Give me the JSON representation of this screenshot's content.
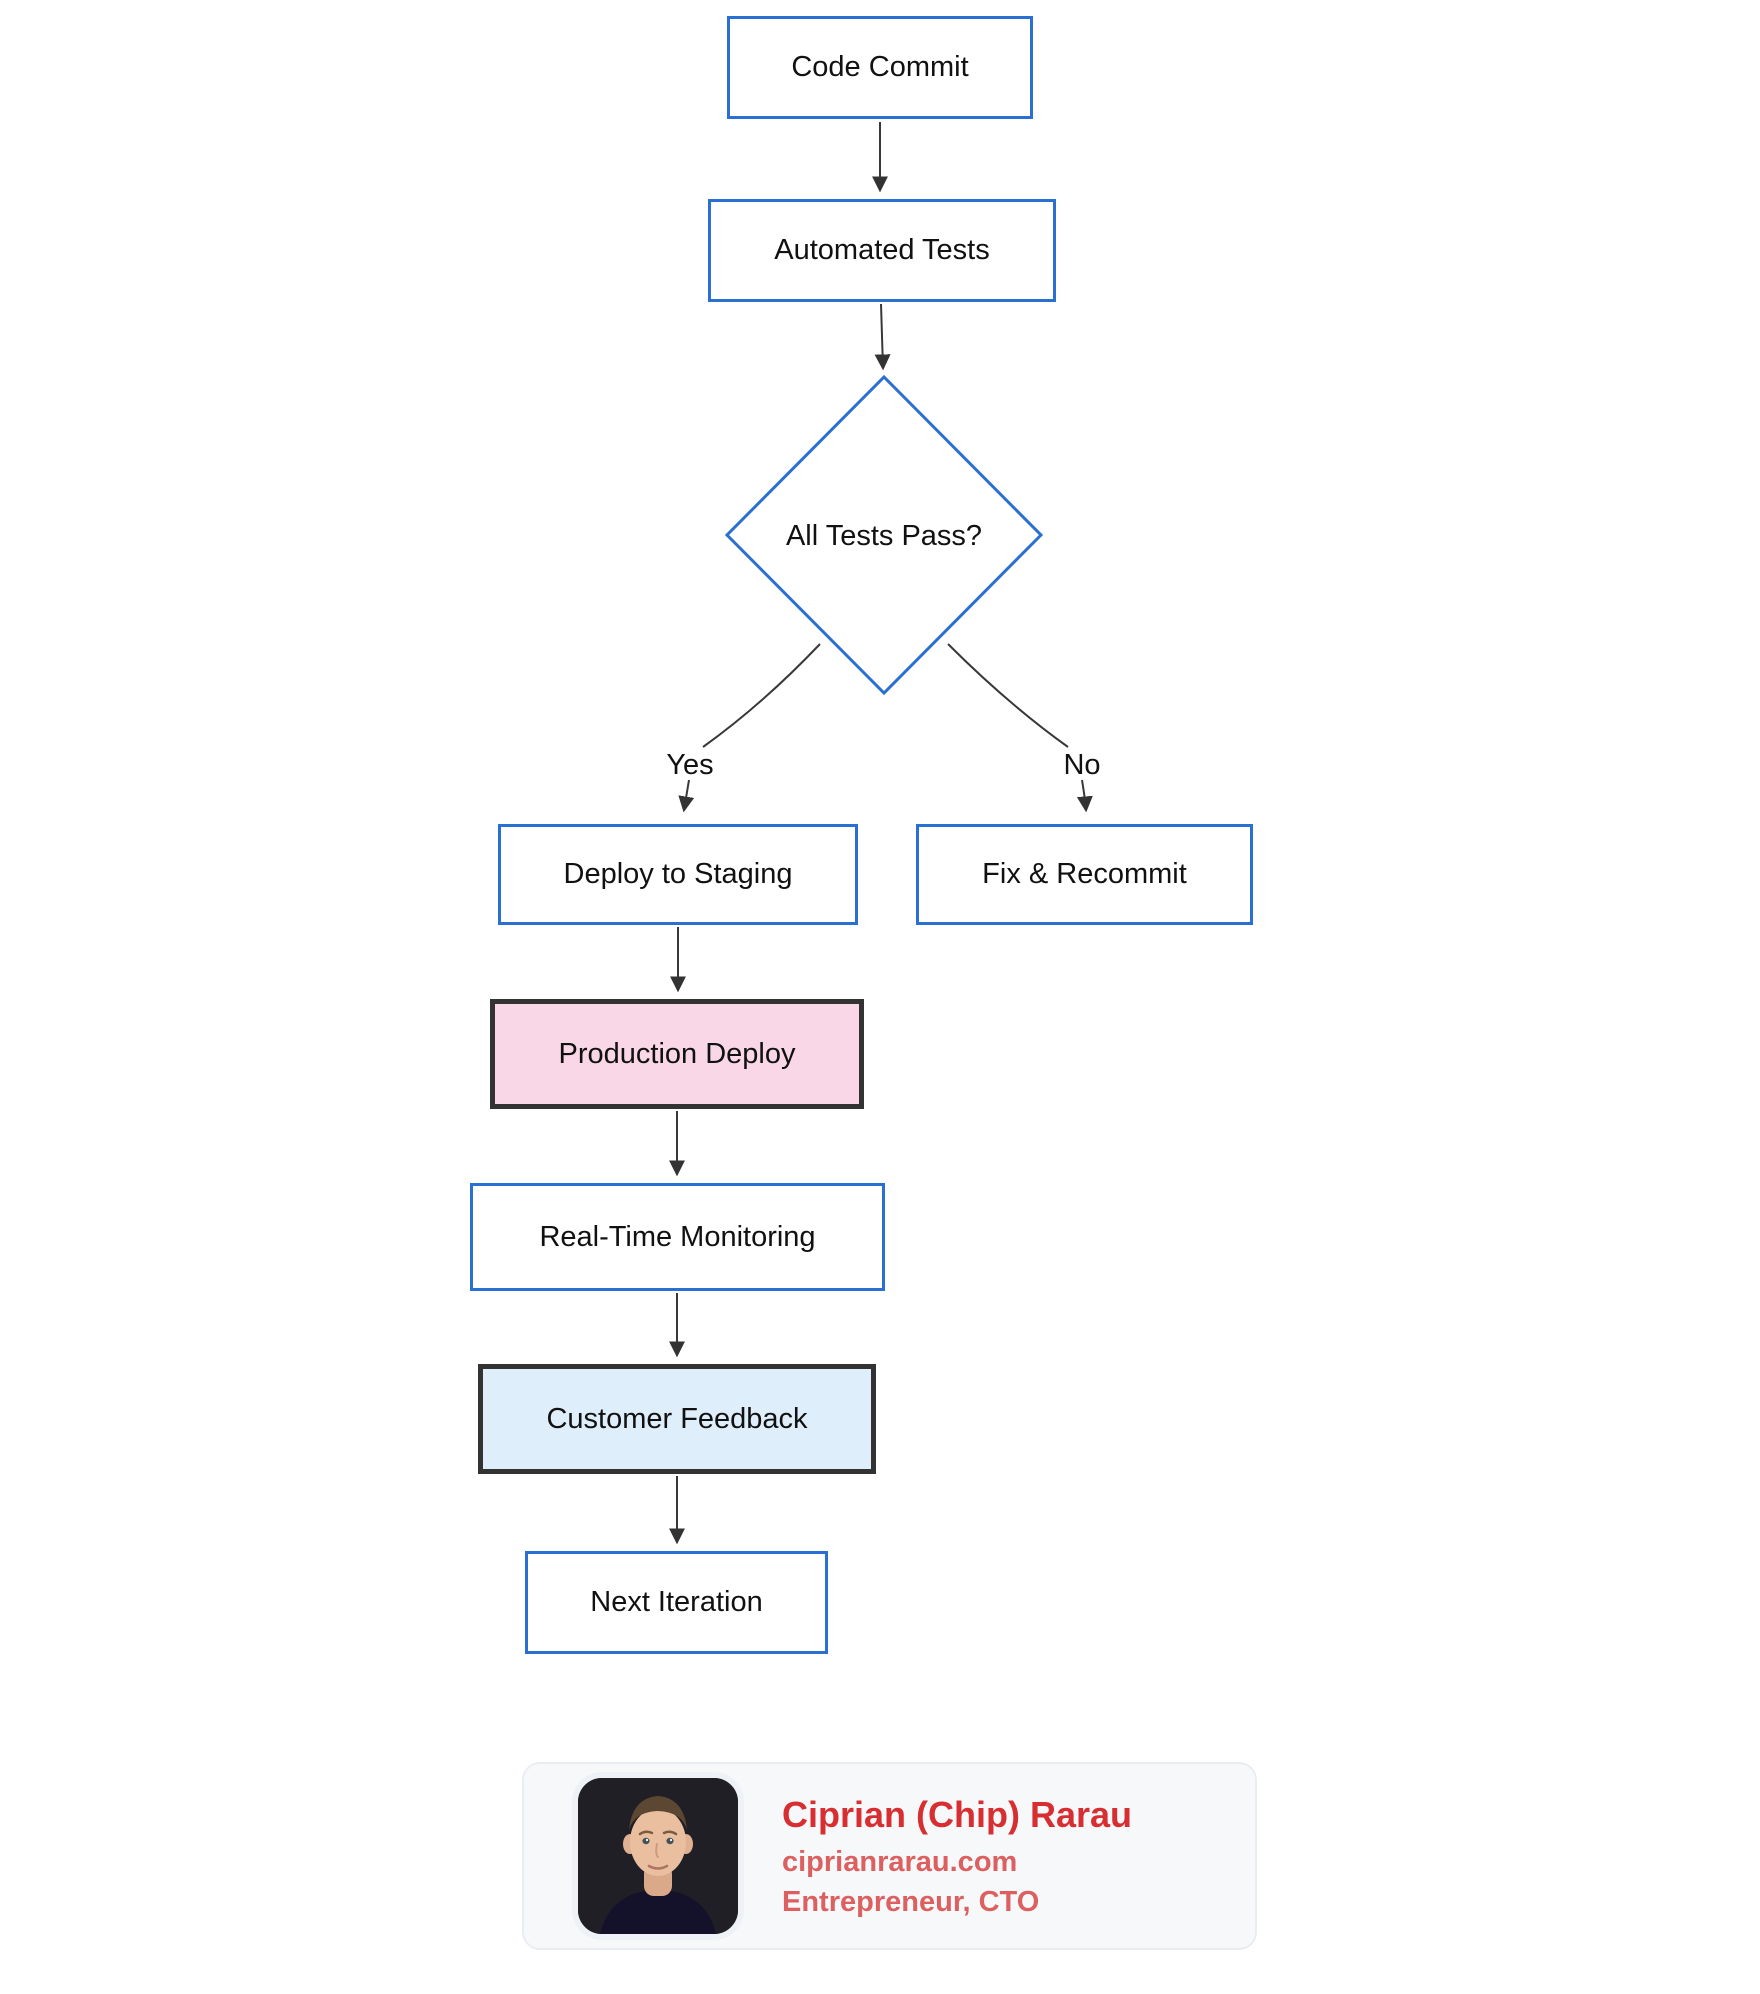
{
  "diagram": {
    "title": "CI/CD pipeline flowchart",
    "nodes": {
      "code_commit": {
        "label": "Code Commit"
      },
      "automated_tests": {
        "label": "Automated Tests"
      },
      "all_tests_pass": {
        "label": "All Tests Pass?"
      },
      "deploy_staging": {
        "label": "Deploy to Staging"
      },
      "fix_recommit": {
        "label": "Fix & Recommit"
      },
      "production_deploy": {
        "label": "Production Deploy"
      },
      "realtime_monitoring": {
        "label": "Real-Time Monitoring"
      },
      "customer_feedback": {
        "label": "Customer Feedback"
      },
      "next_iteration": {
        "label": "Next Iteration"
      }
    },
    "edge_labels": {
      "yes": "Yes",
      "no": "No"
    },
    "colors": {
      "node_border_blue": "#2a6fd2",
      "arrow_gray": "#383838",
      "production_fill_pink": "#f9d7e6",
      "feedback_fill_blue": "#dfeefb",
      "highlight_border_dark": "#333333"
    }
  },
  "author_card": {
    "name": "Ciprian (Chip) Rarau",
    "website": "ciprianrarau.com",
    "title": "Entrepreneur, CTO",
    "name_color": "#d72f31",
    "secondary_color": "#dc6060"
  }
}
